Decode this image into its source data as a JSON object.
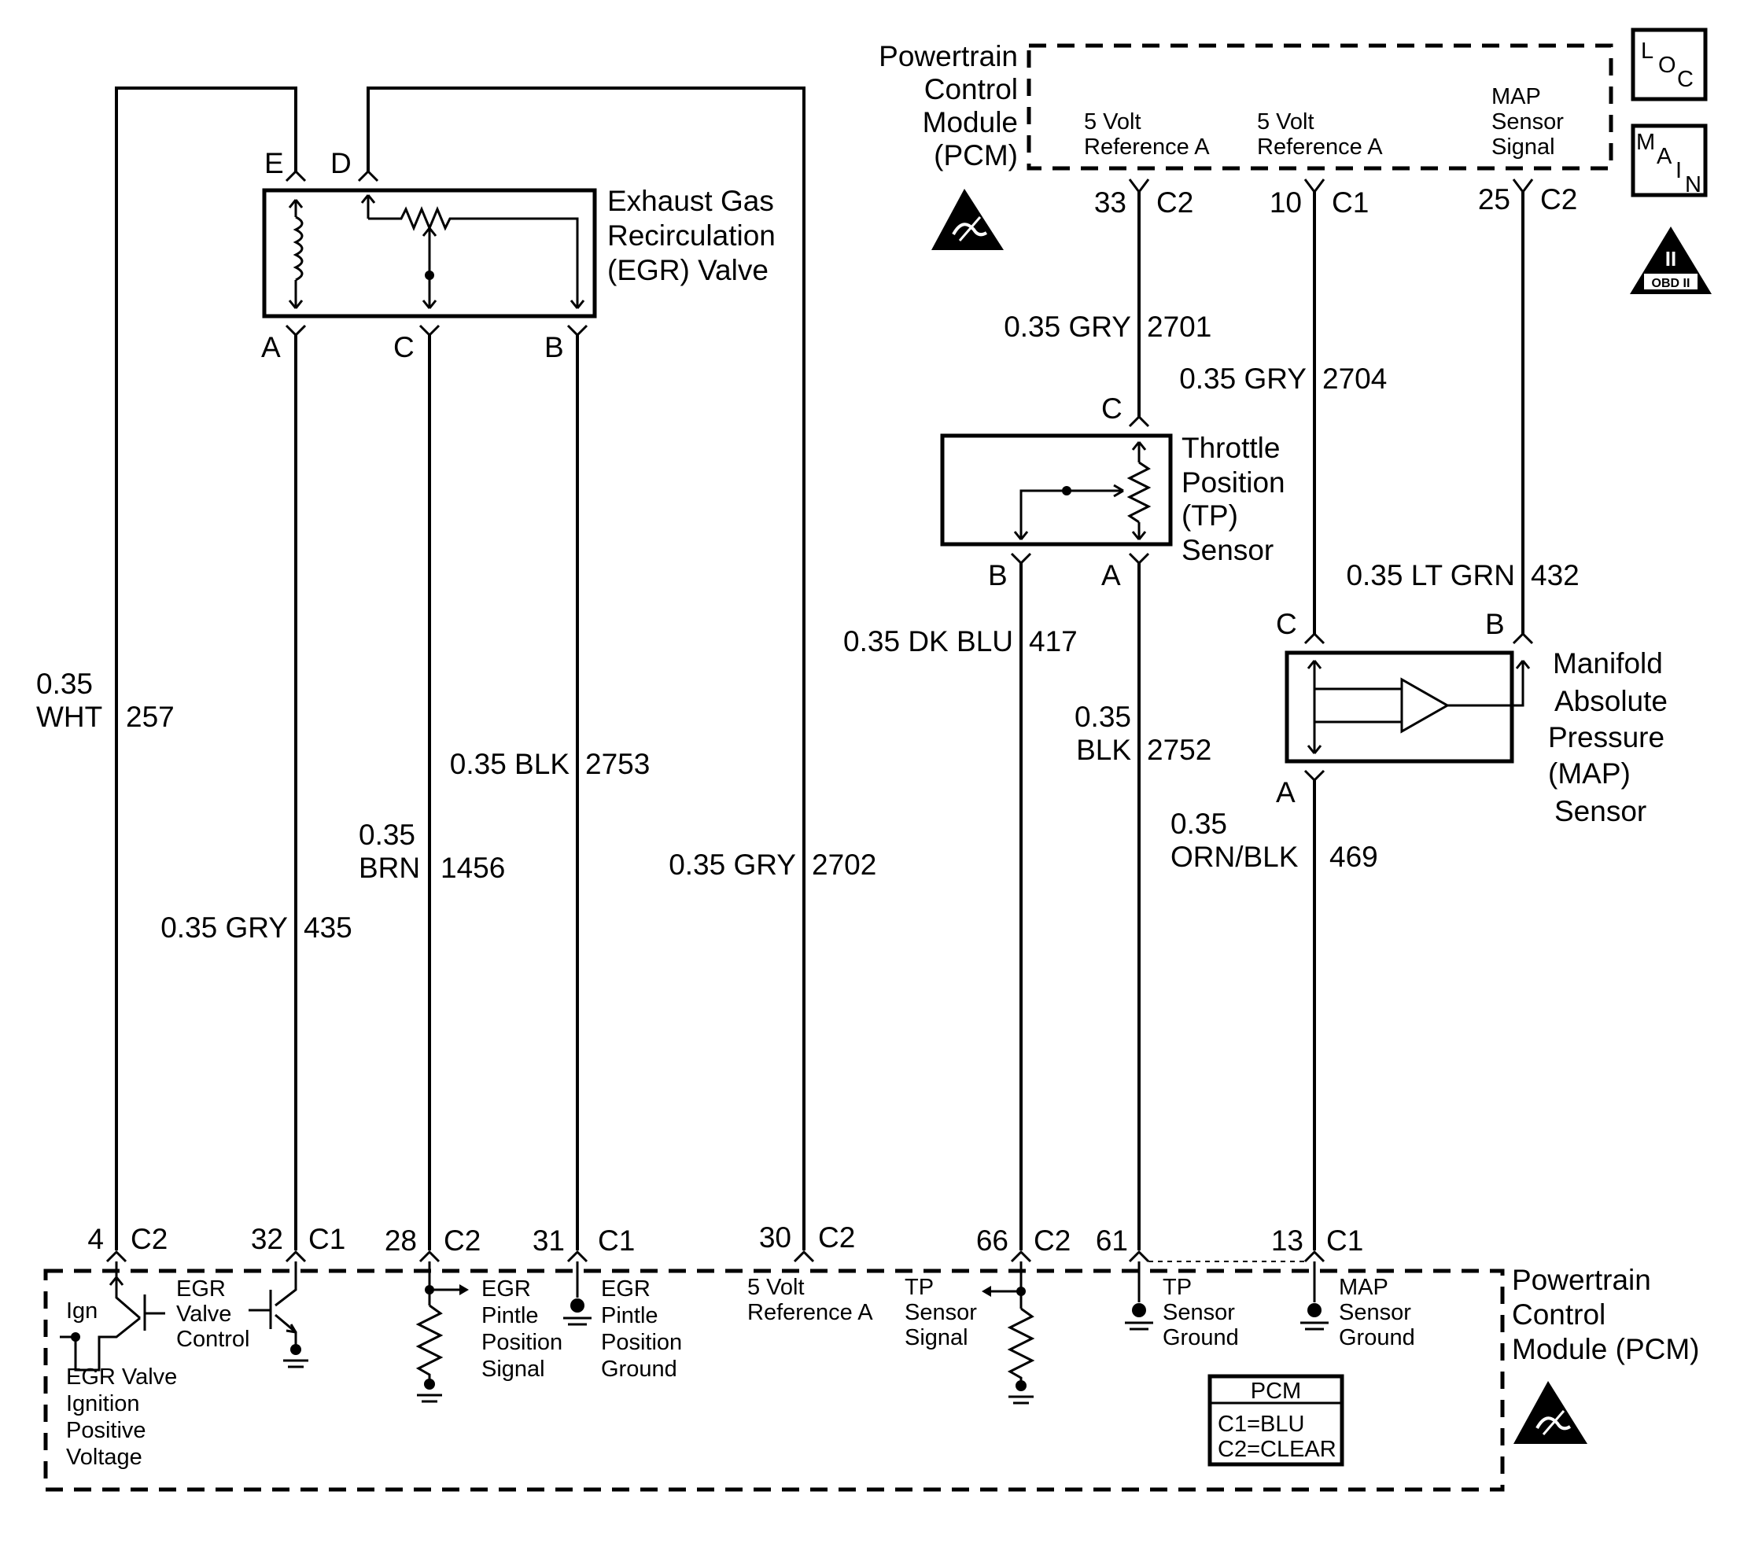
{
  "pcm_top": {
    "title": [
      "Powertrain",
      "Control",
      "Module",
      "(PCM)"
    ],
    "pin_labels": {
      "p33": [
        "5 Volt",
        "Reference A"
      ],
      "p10": [
        "5 Volt",
        "Reference A"
      ],
      "p25": [
        "MAP",
        "Sensor",
        "Signal"
      ]
    },
    "connectors": [
      {
        "pin": "33",
        "conn": "C2"
      },
      {
        "pin": "10",
        "conn": "C1"
      },
      {
        "pin": "25",
        "conn": "C2"
      }
    ]
  },
  "pcm_bottom": {
    "title": [
      "Powertrain",
      "Control",
      "Module (PCM)"
    ],
    "ign_label": "Ign",
    "egr_control_label": [
      "EGR",
      "Valve",
      "Control"
    ],
    "egr_ign_label": [
      "EGR Valve",
      "Ignition",
      "Positive",
      "Voltage"
    ],
    "pintle_signal_label": [
      "EGR",
      "Pintle",
      "Position",
      "Signal"
    ],
    "pintle_ground_label": [
      "EGR",
      "Pintle",
      "Position",
      "Ground"
    ],
    "vref_label": [
      "5 Volt",
      "Reference A"
    ],
    "tp_signal_label": [
      "TP",
      "Sensor",
      "Signal"
    ],
    "tp_ground_label": [
      "TP",
      "Sensor",
      "Ground"
    ],
    "map_ground_label": [
      "MAP",
      "Sensor",
      "Ground"
    ],
    "legend_title": "PCM",
    "legend_lines": [
      "C1=BLU",
      "C2=CLEAR"
    ],
    "connectors": [
      {
        "pin": "4",
        "conn": "C2"
      },
      {
        "pin": "32",
        "conn": "C1"
      },
      {
        "pin": "28",
        "conn": "C2"
      },
      {
        "pin": "31",
        "conn": "C1"
      },
      {
        "pin": "30",
        "conn": "C2"
      },
      {
        "pin": "66",
        "conn": "C2"
      },
      {
        "pin": "61",
        "conn": ""
      },
      {
        "pin": "13",
        "conn": "C1"
      }
    ]
  },
  "egr_valve": {
    "title": [
      "Exhaust Gas",
      "Recirculation",
      "(EGR) Valve"
    ],
    "pins": [
      "E",
      "D",
      "A",
      "C",
      "B"
    ]
  },
  "tp_sensor": {
    "title": [
      "Throttle",
      "Position",
      "(TP)",
      "Sensor"
    ],
    "pins": [
      "C",
      "B",
      "A"
    ]
  },
  "map_sensor": {
    "title": [
      "Manifold",
      "Absolute",
      "Pressure",
      "(MAP)",
      "Sensor"
    ],
    "pins": [
      "C",
      "B",
      "A"
    ]
  },
  "wires": [
    {
      "gauge": [
        "0.35",
        "WHT"
      ],
      "circuit": "257"
    },
    {
      "gauge": [
        "0.35 GRY"
      ],
      "circuit": "435"
    },
    {
      "gauge": [
        "0.35",
        "BRN"
      ],
      "circuit": "1456"
    },
    {
      "gauge": [
        "0.35 BLK"
      ],
      "circuit": "2753"
    },
    {
      "gauge": [
        "0.35 GRY"
      ],
      "circuit": "2702"
    },
    {
      "gauge": [
        "0.35 GRY"
      ],
      "circuit": "2701"
    },
    {
      "gauge": [
        "0.35 GRY"
      ],
      "circuit": "2704"
    },
    {
      "gauge": [
        "0.35 LT GRN"
      ],
      "circuit": "432"
    },
    {
      "gauge": [
        "0.35 DK BLU"
      ],
      "circuit": "417"
    },
    {
      "gauge": [
        "0.35",
        "BLK"
      ],
      "circuit": "2752"
    },
    {
      "gauge": [
        "0.35",
        "ORN/BLK"
      ],
      "circuit": "469"
    }
  ],
  "icons": {
    "loc": [
      "L",
      "O",
      "C"
    ],
    "main": [
      "M",
      "A",
      "I",
      "N"
    ],
    "obd": [
      "II",
      "OBD II"
    ],
    "esd": "esd-sensitive-icon"
  }
}
